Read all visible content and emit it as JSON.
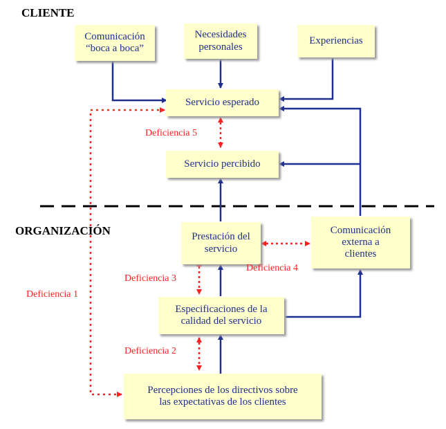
{
  "sections": {
    "client": "CLIENTE",
    "organization": "ORGANIZACIÓN"
  },
  "nodes": {
    "word_of_mouth": {
      "line1": "Comunicación",
      "line2": "“boca a boca”"
    },
    "personal_needs": {
      "line1": "Necesidades",
      "line2": "personales"
    },
    "experiences": {
      "line1": "Experiencias"
    },
    "expected_service": {
      "line1": "Servicio esperado"
    },
    "perceived_service": {
      "line1": "Servicio percibido"
    },
    "service_delivery": {
      "line1": "Prestación del",
      "line2": "servicio"
    },
    "external_communication": {
      "line1": "Comunicación",
      "line2": "externa a",
      "line3": "clientes"
    },
    "quality_specs": {
      "line1": "Especificaciones de la",
      "line2": "calidad del servicio"
    },
    "management_perceptions": {
      "line1": "Percepciones de los directivos sobre",
      "line2": "las expectativas de los clientes"
    }
  },
  "gaps": {
    "gap1": "Deficiencia 1",
    "gap2": "Deficiencia 2",
    "gap3": "Deficiencia 3",
    "gap4": "Deficiencia 4",
    "gap5": "Deficiencia 5"
  },
  "colors": {
    "box_fill": "#ffffcc",
    "box_text": "#1f2f8f",
    "flow_arrow": "#1f2f8f",
    "gap_arrow": "#ff2020",
    "divider": "#000000"
  }
}
